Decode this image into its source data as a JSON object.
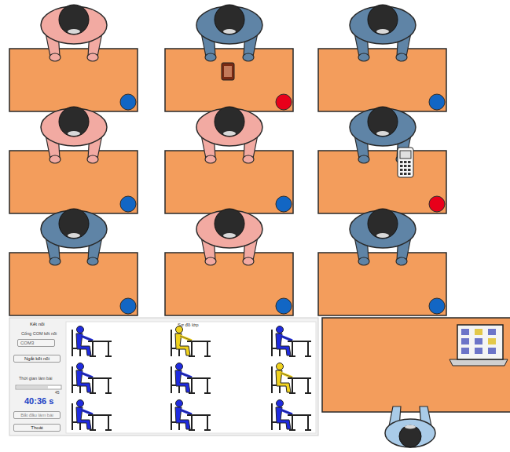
{
  "diagram": {
    "nodes": [
      {
        "text": [
          "COM3"
        ]
      },
      {
        "text": [
          "Ngắt kết nối"
        ]
      },
      {
        "text": [
          "Bắt đầu làm bài"
        ]
      },
      {
        "text": [
          "Thoát"
        ]
      }
    ],
    "labels": [
      "Kết nối",
      "Cổng COM kết nối",
      "Thời gian làm bài",
      "45",
      "40:36 s",
      "Sơ đồ lớp"
    ]
  }
}
